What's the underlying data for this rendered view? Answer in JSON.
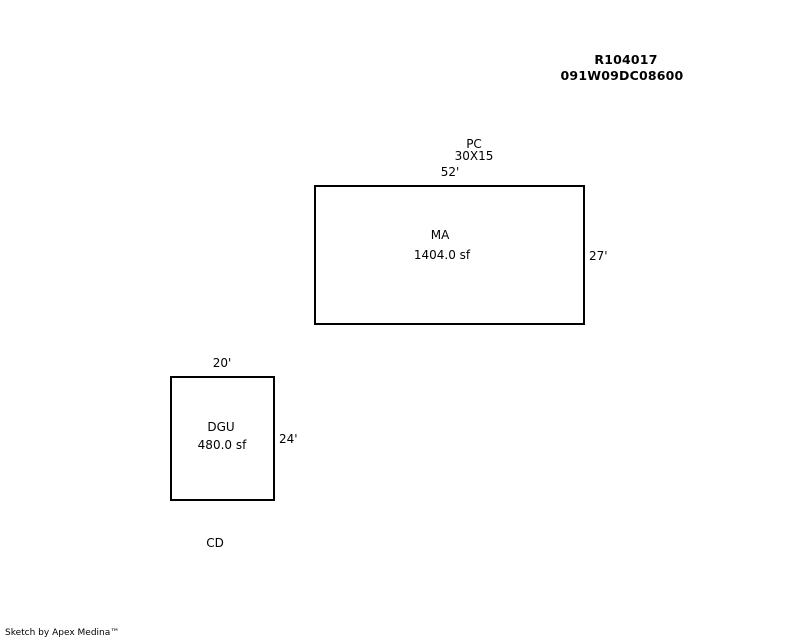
{
  "header": {
    "record_id": "R104017",
    "parcel_number": "091W09DC08600"
  },
  "annotations": {
    "pc_label": "PC",
    "pc_dimensions": "30X15",
    "cd_label": "CD"
  },
  "areas": [
    {
      "code": "MA",
      "area": "1404.0 sf",
      "width_label": "52'",
      "depth_label": "27'"
    },
    {
      "code": "DGU",
      "area": "480.0 sf",
      "width_label": "20'",
      "depth_label": "24'"
    }
  ],
  "footer": {
    "credit": "Sketch by Apex Medina™"
  }
}
